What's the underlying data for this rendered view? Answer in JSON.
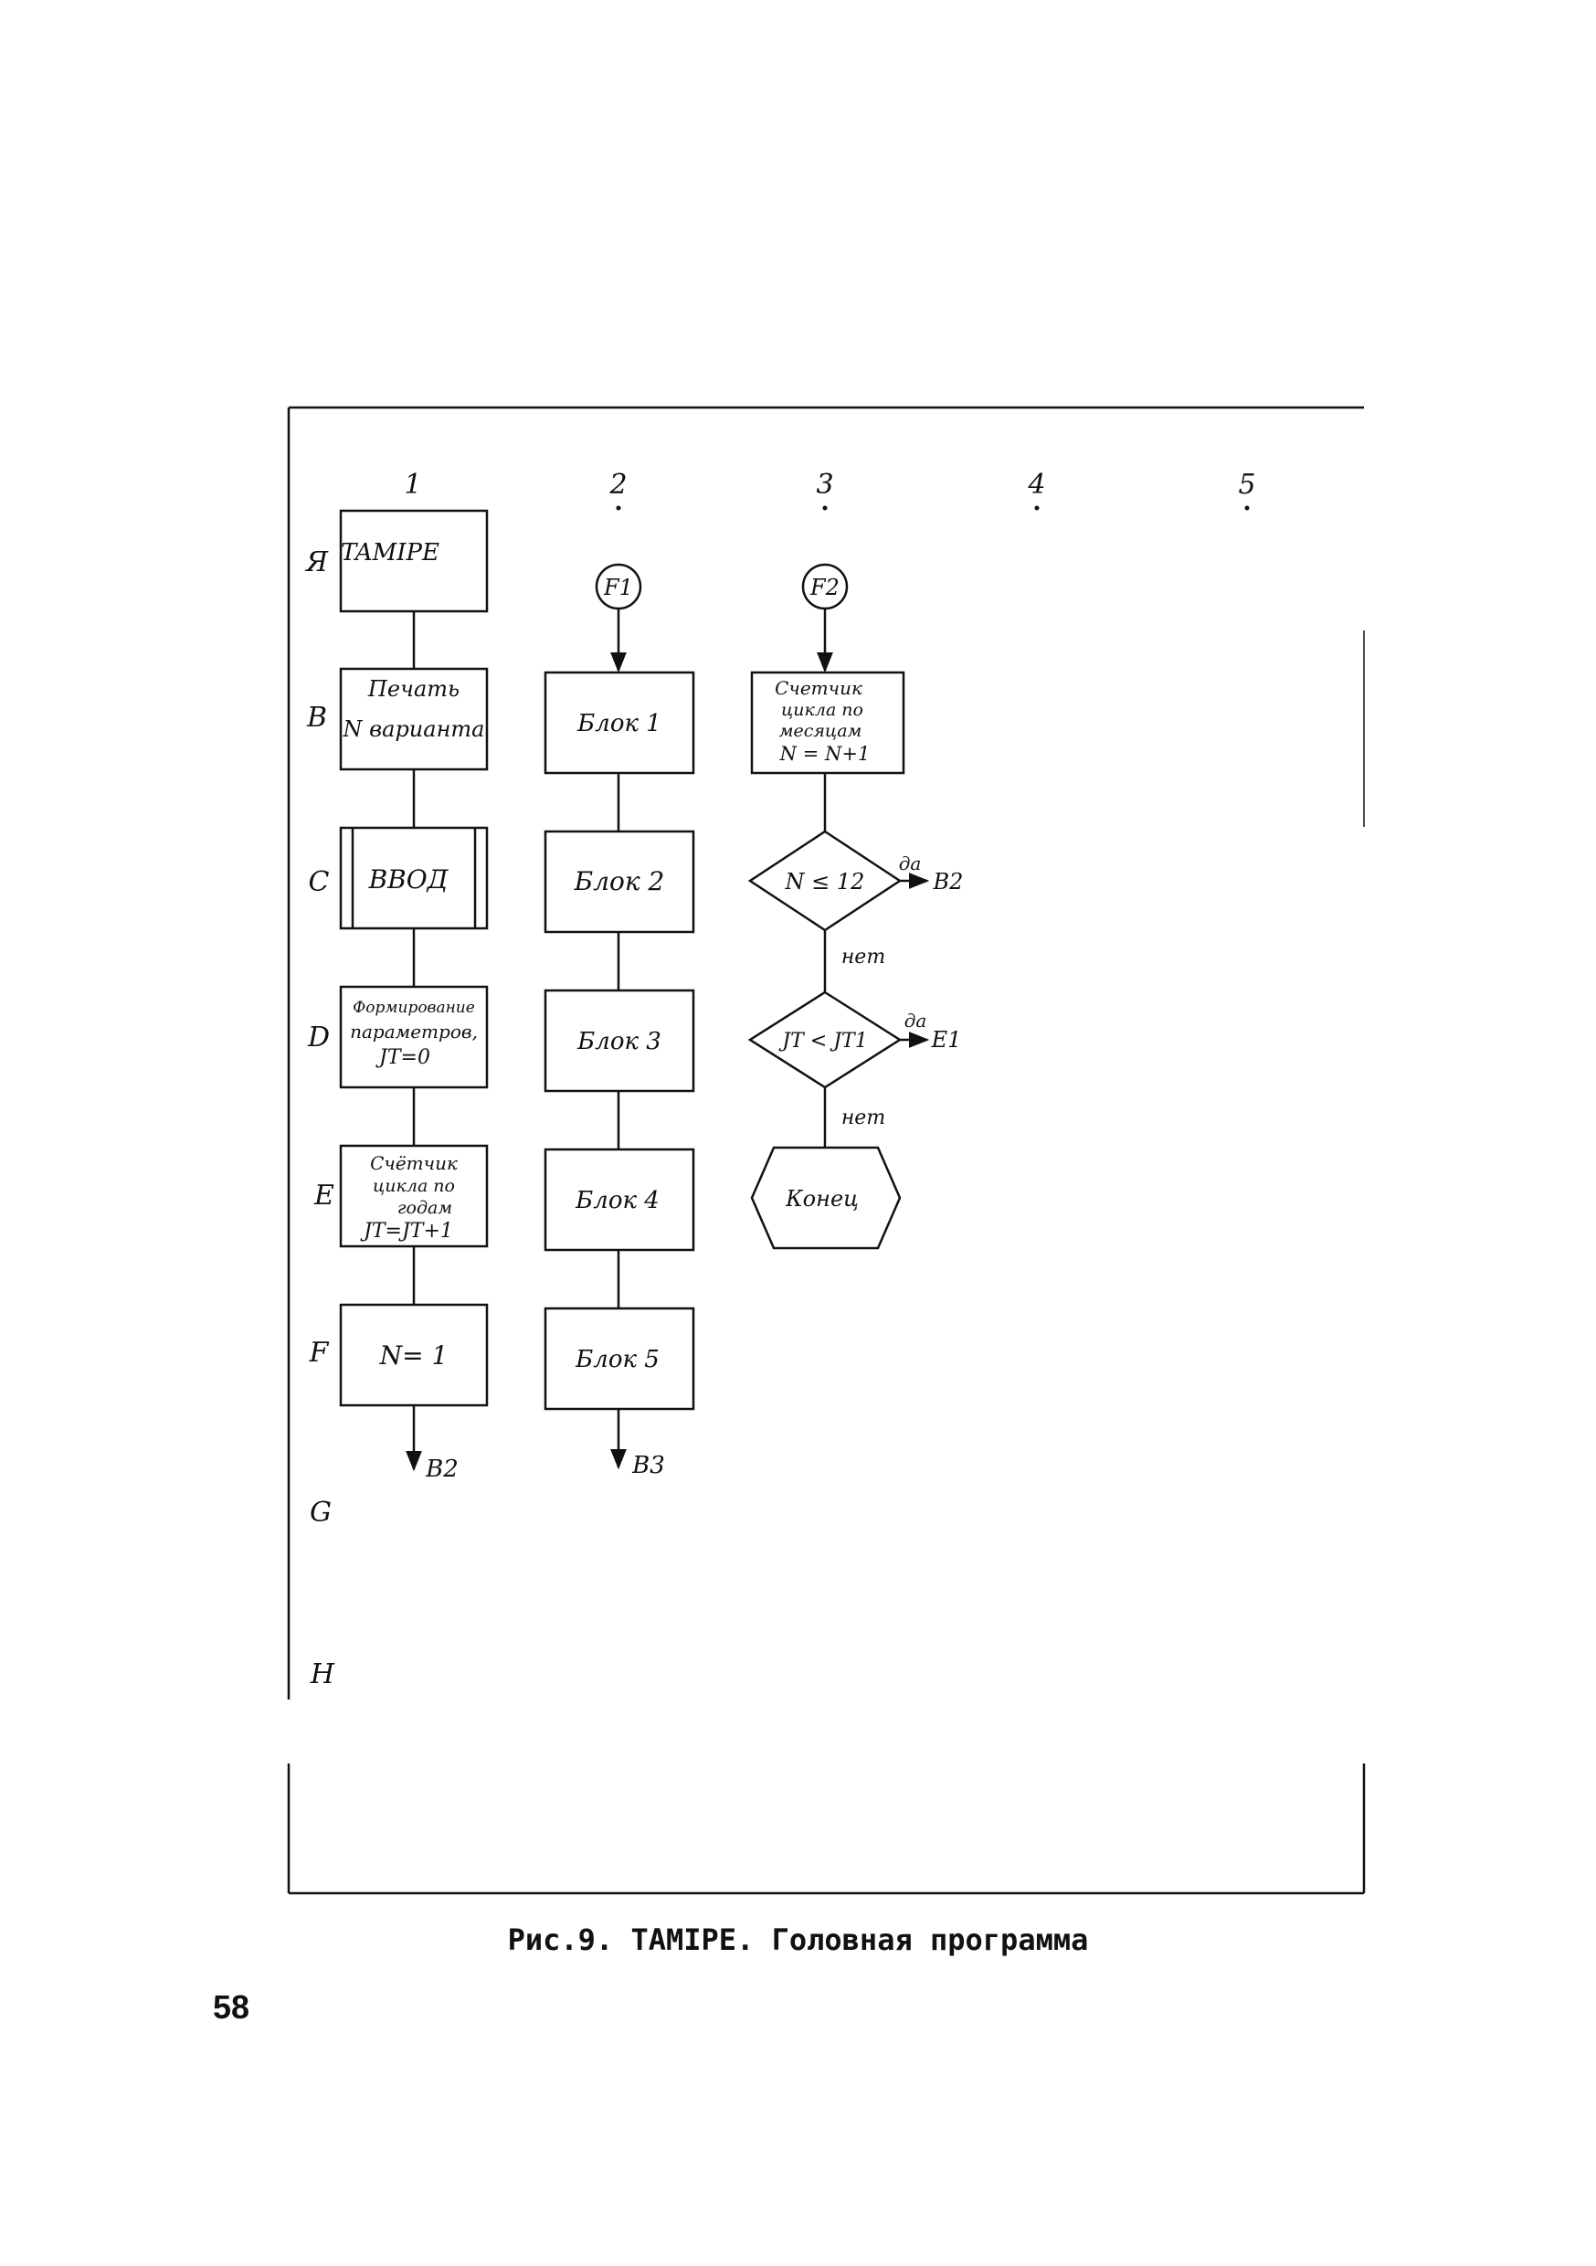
{
  "diagram": {
    "columns": [
      "1",
      "2",
      "3",
      "4",
      "5"
    ],
    "rows": [
      "Я",
      "B",
      "C",
      "D",
      "E",
      "F",
      "G",
      "H"
    ],
    "col1": {
      "a1": "TAMIPE",
      "b1": [
        "Печать",
        "N варианта"
      ],
      "c1": "ВВОД",
      "d1": [
        "Формирование",
        "параметров,",
        "JT=0"
      ],
      "e1": [
        "Счётчик",
        "цикла по",
        "годам",
        "JT=JT+1"
      ],
      "f1": "N= 1",
      "out": "B2"
    },
    "col2": {
      "connector": "F1",
      "blocks": [
        "Блок 1",
        "Блок 2",
        "Блок 3",
        "Блок 4",
        "Блок 5"
      ],
      "out": "B3"
    },
    "col3": {
      "connector": "F2",
      "b3": [
        "Счетчик",
        "цикла по",
        "месяцам",
        "N = N+1"
      ],
      "c3": "N ≤ 12",
      "c3_yes": "да",
      "c3_target": "B2",
      "c3_no": "нет",
      "d3": "JT < JT1",
      "d3_yes": "да",
      "d3_target": "E1",
      "d3_no": "нет",
      "e3": "Конец"
    }
  },
  "caption": "Рис.9. TAMIPE. Головная программа",
  "page_number": "58"
}
